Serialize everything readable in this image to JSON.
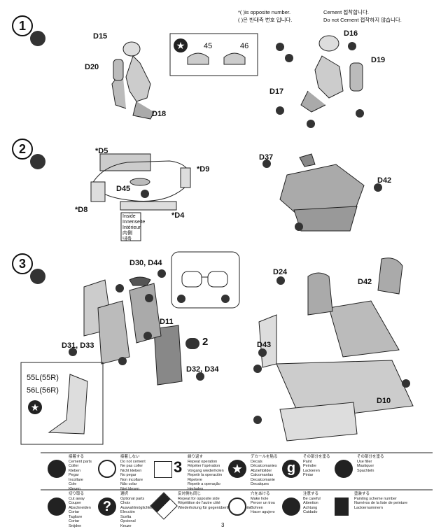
{
  "header": {
    "opposite_en": "*( )is opposite number.",
    "opposite_kr": "( )은 반대측 번호 입니다.",
    "cement_en": "Cement 접착합니다.",
    "nocement_en": "Do not Cement 접착하지 않습니다."
  },
  "steps": [
    {
      "num": "1"
    },
    {
      "num": "2"
    },
    {
      "num": "3"
    }
  ],
  "step1": {
    "labels": [
      "D15",
      "D20",
      "D18",
      "D16",
      "D19",
      "D17"
    ],
    "inset_45": "45",
    "inset_46": "46"
  },
  "step2": {
    "labels": [
      "*D5",
      "*D9",
      "D45",
      "*D8",
      "*D4",
      "D37",
      "D42"
    ],
    "inside_note": "Inside\nInnenseite\nIntérieur\n内側\n내측"
  },
  "step3": {
    "labels": [
      "D30, D44",
      "D11",
      "D31, D33",
      "D32, D34",
      "D24",
      "D42",
      "D43",
      "D10"
    ],
    "two_count": "2",
    "inset_55": "55L(55R)",
    "inset_56": "56L(56R)"
  },
  "legend": {
    "items": [
      {
        "icon": "cement-icon",
        "text": "接着する\nCement parts\nColler\nKleben\nPegar\nIncollare\nCole\nKleven"
      },
      {
        "icon": "no-cement-icon",
        "text": "接着しない\nDo not cement\nNe pas coller\nNicht kleben\nNo pegar\nNon incollare\nNão colar\nNiet kleven"
      },
      {
        "icon": "repeat-icon",
        "text": "繰り返す\nRepeat operation\nRépéter l'opération\nVorgang wiederholen\nRepetir la operación\nRipetere\nRepetir a operação\nHerhalen",
        "num": "3"
      },
      {
        "icon": "star-icon",
        "text": "デカールを貼る\nDecals\nDécalcomanies\nAbziehbilder\nCalcomanías\nDecalcomanie\nDecalques"
      },
      {
        "icon": "g-icon",
        "text": "その部分を塗る\nPaint\nPeindre\nLackieren\nPintar",
        "g": "g"
      },
      {
        "icon": "fill-icon",
        "text": "その部分を塗る\nUse filler\nMastiquer\nSpachteln"
      },
      {
        "icon": "cut-icon",
        "text": "切り取る\nCut away\nCouper\nAbschneiden\nCortar\nTagliare\nCortar\nSnijden"
      },
      {
        "icon": "question-icon",
        "text": "選択\nOptional parts\nChoix\nAuswahlmöglichkeit\nElección\nScelta\nOpcional\nKeuze"
      },
      {
        "icon": "mirror-icon",
        "text": "反対側も同じ\nRepeat for opposite side\nRépétition de l'autre côté\nWiederholung für gegenüberliegende Seite"
      },
      {
        "icon": "drill-icon",
        "text": "穴をあける\nMake hole\nPercer un trou\nBohren\nHacer agujero"
      },
      {
        "icon": "care-icon",
        "text": "注意する\nBe careful\nAttention\nAchtung\nCuidado"
      },
      {
        "icon": "paint-num-icon",
        "text": "塗装する\nPainting scheme number\nNuméros de la liste de peinture\nLackiernummern"
      }
    ]
  },
  "page_number": "3"
}
